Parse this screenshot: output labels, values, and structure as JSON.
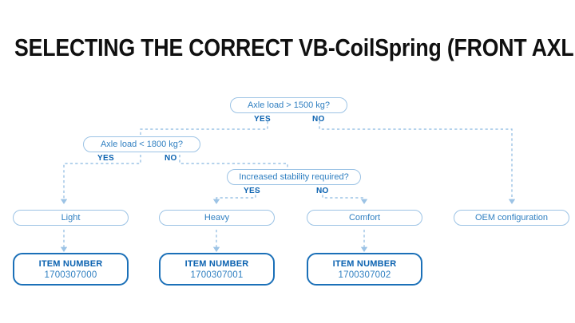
{
  "page": {
    "title": "SELECTING THE CORRECT VB-CoilSpring (FRONT AXLE)",
    "background_color": "#ffffff",
    "title_color": "#101010",
    "node_border_color": "#9cc3e5",
    "node_text_color": "#2f7fc1",
    "item_border_color": "#1b70b8",
    "item_title_color": "#0b62b0",
    "connector_color": "#9cc3e5",
    "branch_label_color": "#0b62b0"
  },
  "flowchart": {
    "type": "decision-tree",
    "decisions": [
      {
        "id": "axle-load-1500",
        "label": "Axle load > 1500 kg?",
        "yes_label": "YES",
        "no_label": "NO",
        "yes_target": "axle-load-1800",
        "no_target": "oem-configuration"
      },
      {
        "id": "axle-load-1800",
        "label": "Axle load < 1800 kg?",
        "yes_label": "YES",
        "no_label": "NO",
        "yes_target": "light",
        "no_target": "increased-stability"
      },
      {
        "id": "increased-stability",
        "label": "Increased stability required?",
        "yes_label": "YES",
        "no_label": "NO",
        "yes_target": "heavy",
        "no_target": "comfort"
      }
    ],
    "results": [
      {
        "id": "light",
        "label": "Light",
        "item_target": "item-1700307000"
      },
      {
        "id": "heavy",
        "label": "Heavy",
        "item_target": "item-1700307001"
      },
      {
        "id": "comfort",
        "label": "Comfort",
        "item_target": "item-1700307002"
      },
      {
        "id": "oem-configuration",
        "label": "OEM configuration",
        "item_target": null
      }
    ],
    "item_numbers": [
      {
        "id": "item-1700307000",
        "title": "ITEM NUMBER",
        "number": "1700307000"
      },
      {
        "id": "item-1700307001",
        "title": "ITEM NUMBER",
        "number": "1700307001"
      },
      {
        "id": "item-1700307002",
        "title": "ITEM NUMBER",
        "number": "1700307002"
      }
    ]
  }
}
